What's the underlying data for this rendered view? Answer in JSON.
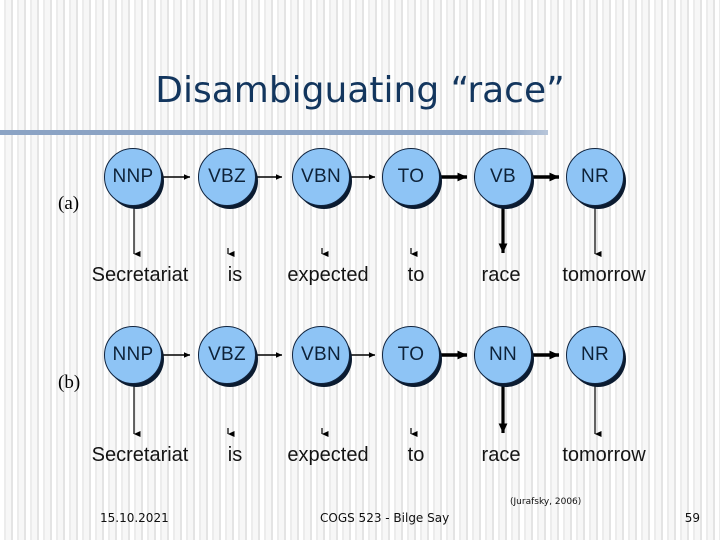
{
  "slide": {
    "title": "Disambiguating “race”",
    "accent_color": "#13365e",
    "rule_color": "#8ba3c4",
    "node_fill": "#8ec4f5",
    "node_stroke": "#10243f"
  },
  "diagram": {
    "rows": [
      {
        "label": "(a)",
        "tags": [
          "NNP",
          "VBZ",
          "VBN",
          "TO",
          "VB",
          "NR"
        ],
        "words": [
          "Secretariat",
          "is",
          "expected",
          "to",
          "race",
          "tomorrow"
        ],
        "bold_transitions": [
          3,
          4
        ],
        "bold_emission": 4
      },
      {
        "label": "(b)",
        "tags": [
          "NNP",
          "VBZ",
          "VBN",
          "TO",
          "NN",
          "NR"
        ],
        "words": [
          "Secretariat",
          "is",
          "expected",
          "to",
          "race",
          "tomorrow"
        ],
        "bold_transitions": [
          3,
          4
        ],
        "bold_emission": 4
      }
    ]
  },
  "footer": {
    "date": "15.10.2021",
    "center": "COGS 523 - Bilge Say",
    "citation": "(Jurafsky, 2006)",
    "page": "59"
  }
}
